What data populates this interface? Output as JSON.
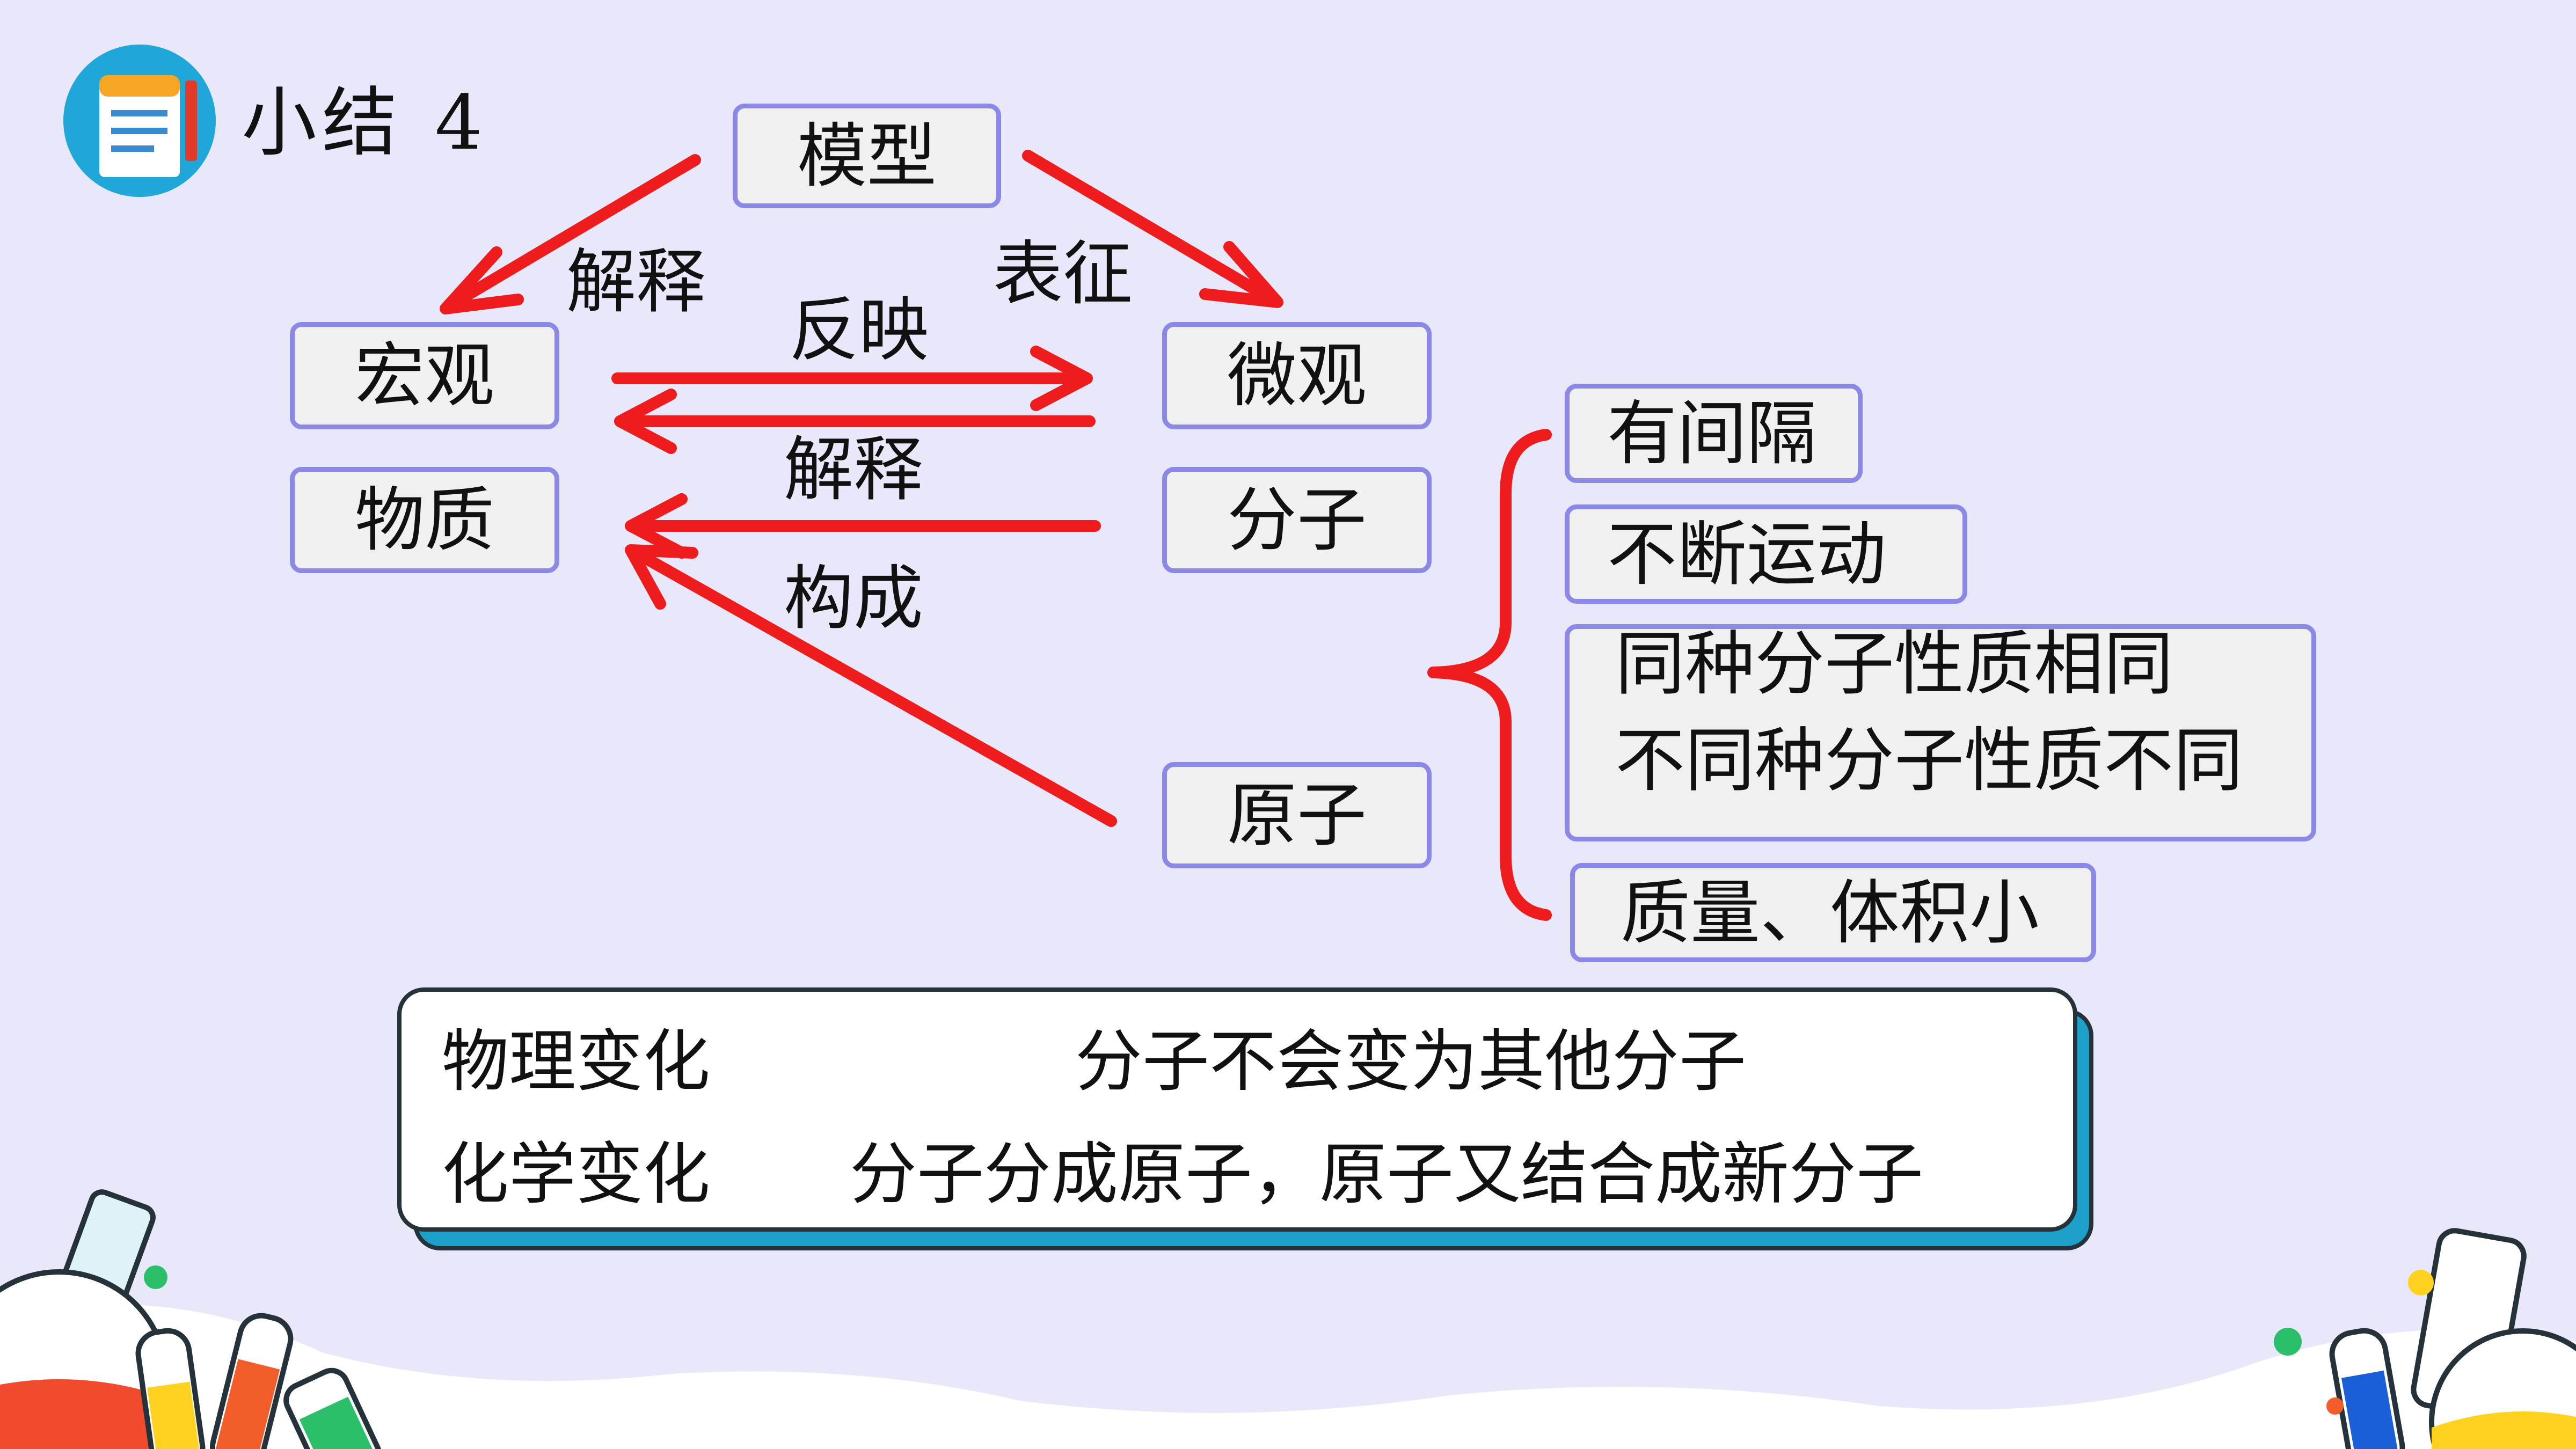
{
  "header": {
    "title": "小结",
    "number": "4"
  },
  "diagram": {
    "model": "模型",
    "macro": "宏观",
    "micro": "微观",
    "substance": "物质",
    "molecule": "分子",
    "atom": "原子",
    "edge_labels": {
      "model_to_macro": "解释",
      "model_to_micro": "表征",
      "macro_to_micro": "反映",
      "micro_to_macro": "解释",
      "atom_molecule_to_substance": "构成"
    },
    "molecule_properties": [
      "有间隔",
      "不断运动",
      [
        "同种分子性质相同",
        "不同种分子性质不同"
      ],
      "质量、体积小"
    ]
  },
  "summary": {
    "rows": [
      {
        "label": "物理变化",
        "text": "分子不会变为其他分子"
      },
      {
        "label": "化学变化",
        "text": "分子分成原子，原子又结合成新分子"
      }
    ]
  },
  "colors": {
    "arrow": "#ee1c1c",
    "box_border": "#8c88e8",
    "background": "#e8e8fa",
    "summary_shadow": "#1c9fc8"
  }
}
